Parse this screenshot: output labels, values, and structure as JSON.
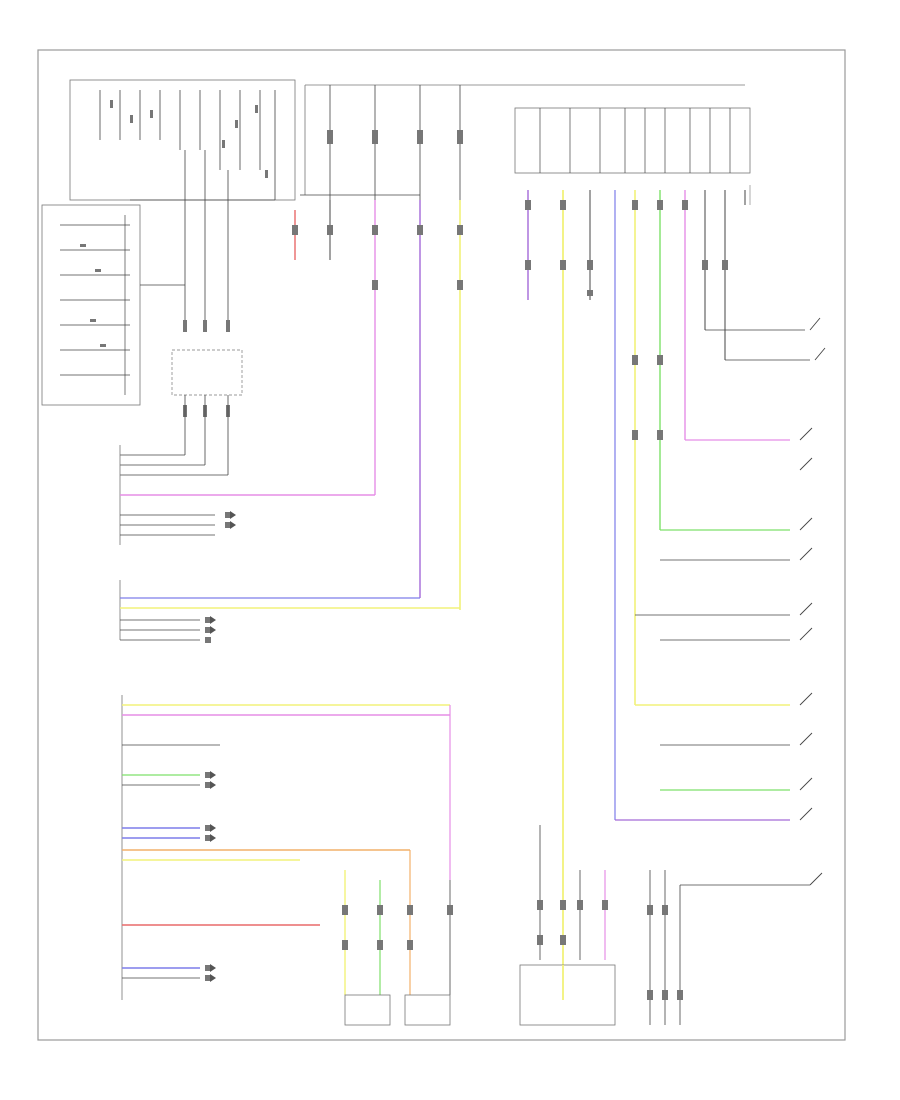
{
  "diagram": {
    "title": "",
    "figure_code": "",
    "colors": {
      "frame": "#9a9a9a",
      "wire_black": "#444444",
      "wire_pink": "#e58ee6",
      "wire_violet": "#a46ad8",
      "wire_blue": "#7d7dea",
      "wire_yellow": "#f2f27a",
      "wire_green": "#7ee06a",
      "wire_orange": "#f2b06a",
      "wire_red": "#e86a6a",
      "wire_gray": "#9a9a9a"
    },
    "components": [
      {
        "id": "fuse-relay-box-top"
      },
      {
        "id": "fuse-block-left"
      },
      {
        "id": "fuses-top-center"
      },
      {
        "id": "module-top-right"
      },
      {
        "id": "connector-bank-mid-left"
      },
      {
        "id": "instrument-cluster"
      },
      {
        "id": "switch-column-right"
      },
      {
        "id": "connector-bottom-center"
      },
      {
        "id": "connector-bottom-right"
      },
      {
        "id": "sender-bottom-left"
      },
      {
        "id": "sender-bottom-mid"
      }
    ]
  }
}
